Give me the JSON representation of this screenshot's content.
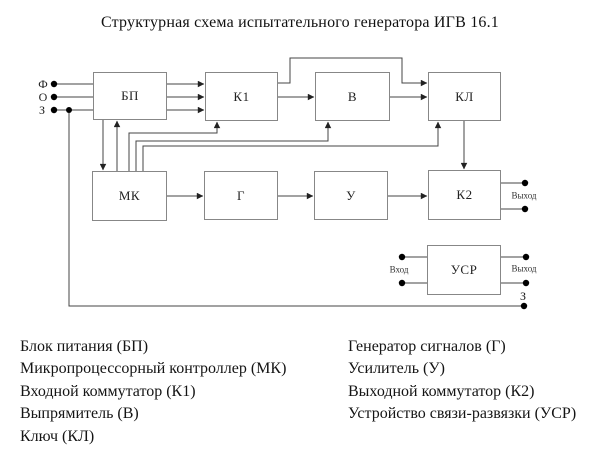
{
  "title": "Структурная схема испытательного генератора ИГВ 16.1",
  "blocks": {
    "bp": {
      "label": "БП"
    },
    "k1": {
      "label": "К1"
    },
    "v": {
      "label": "В"
    },
    "kl": {
      "label": "КЛ"
    },
    "mk": {
      "label": "МК"
    },
    "g": {
      "label": "Г"
    },
    "u": {
      "label": "У"
    },
    "k2": {
      "label": "К2"
    },
    "usr": {
      "label": "УСР"
    }
  },
  "terminals": {
    "phase": "Ф",
    "neutral": "О",
    "ground_in": "З",
    "ground_out": "З",
    "usr_input": "Вход",
    "usr_output": "Выход",
    "k2_output": "Выход"
  },
  "legend": {
    "left": [
      "Блок питания (БП)",
      "Микропроцессорный контроллер (МК)",
      "Входной коммутатор (К1)",
      "Выпрямитель (В)",
      "Ключ (КЛ)"
    ],
    "right": [
      "Генератор сигналов (Г)",
      "Усилитель (У)",
      "Выходной коммутатор (К2)",
      "Устройство связи-развязки (УСР)"
    ]
  },
  "connections": [
    "Ф → БП",
    "О → БП",
    "З → БП",
    "З → вывод З (нижняя шина)",
    "БП → К1 (3 линии)",
    "БП → МК",
    "МК → БП",
    "МК → К1",
    "МК → В",
    "МК → КЛ",
    "К1 → КЛ (верхний обход)",
    "К1 → В",
    "В → КЛ",
    "КЛ → К2",
    "МК → Г",
    "Г → У",
    "У → К2",
    "К2 → Выход (2 вывода)",
    "Вход → УСР (2 вывода)",
    "УСР → Выход (2 вывода)"
  ],
  "colors": {
    "wire": "#444444",
    "block_border": "#878787",
    "text": "#1b1b1b",
    "terminal_dot": "#000000"
  }
}
